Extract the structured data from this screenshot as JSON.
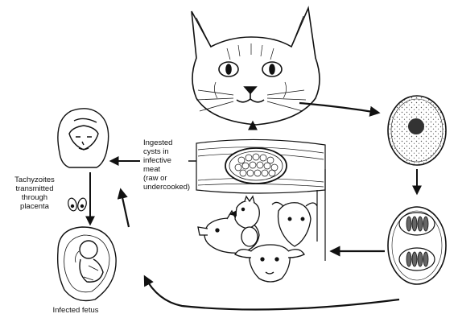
{
  "labels": {
    "ingested": [
      "Ingested",
      "cysts in",
      "infective",
      "meat",
      "(raw or",
      "undercooked)"
    ],
    "tachyzoites": [
      "Tachyzoites",
      "transmitted",
      "through",
      "placenta"
    ],
    "fetus": "Infected fetus"
  },
  "colors": {
    "ink": "#111111",
    "background": "#ffffff",
    "stipple": "#555555"
  }
}
